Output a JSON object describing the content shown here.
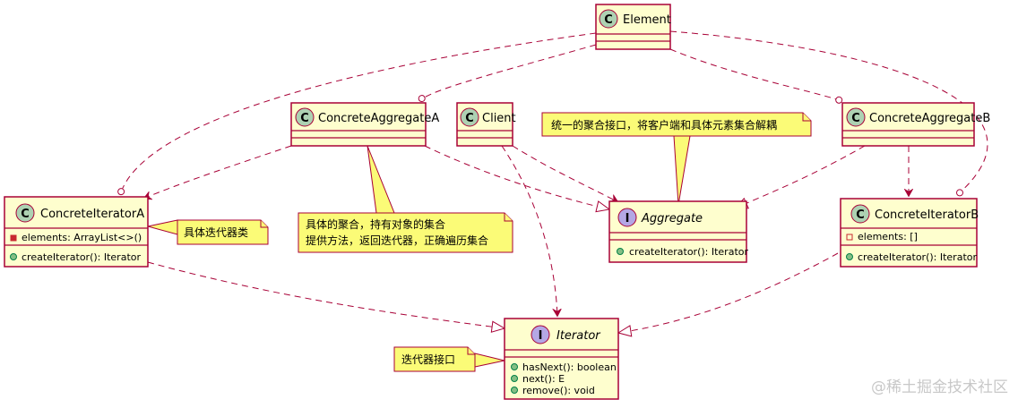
{
  "classes": {
    "element": {
      "name": "Element",
      "badge": "C"
    },
    "concrete_aggregate_a": {
      "name": "ConcreteAggregateA",
      "badge": "C"
    },
    "client": {
      "name": "Client",
      "badge": "C"
    },
    "concrete_aggregate_b": {
      "name": "ConcreteAggregateB",
      "badge": "C"
    },
    "concrete_iterator_a": {
      "name": "ConcreteIteratorA",
      "badge": "C",
      "fields": [
        "elements: ArrayList<>()"
      ],
      "methods": [
        "createIterator(): Iterator"
      ]
    },
    "aggregate": {
      "name": "Aggregate",
      "badge": "I",
      "methods": [
        "createIterator(): Iterator"
      ]
    },
    "concrete_iterator_b": {
      "name": "ConcreteIteratorB",
      "badge": "C",
      "fields": [
        "elements: []"
      ],
      "methods": [
        "createIterator(): Iterator"
      ]
    },
    "iterator": {
      "name": "Iterator",
      "badge": "I",
      "methods": [
        "hasNext(): boolean",
        "next(): E",
        "remove(): void"
      ]
    }
  },
  "notes": {
    "aggregate_note": "统一的聚合接口，将客户端和具体元素集合解耦",
    "concrete_aggregate_note_line1": "具体的聚合，持有对象的集合",
    "concrete_aggregate_note_line2": "提供方法，返回迭代器，正确遍历集合",
    "concrete_iterator_note": "具体迭代器类",
    "iterator_note": "迭代器接口"
  },
  "watermark": "@稀土掘金技术社区",
  "colors": {
    "class_fill": "#FEFECE",
    "border": "#A80036",
    "note_fill": "#FBFB77",
    "class_badge": "#ADD1B2",
    "interface_badge": "#B4A7E5"
  }
}
